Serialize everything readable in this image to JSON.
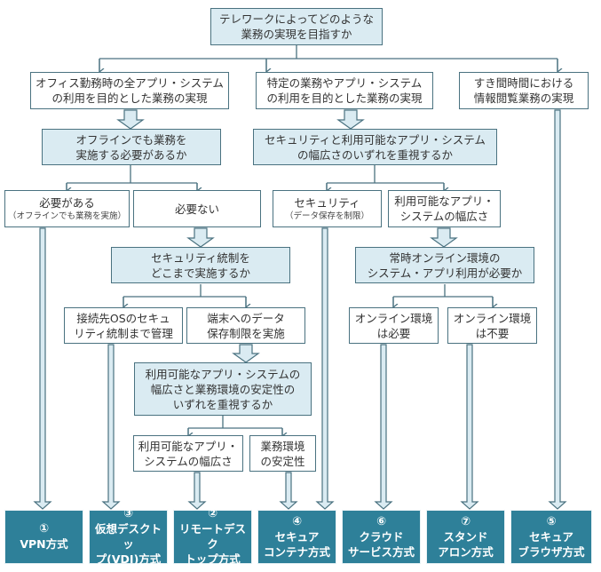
{
  "title": "テレワークによってどのような業務の実現を目指すか",
  "colors": {
    "line": "#4a7280",
    "question_fill": "#daebf2",
    "result_fill": "#2e8099",
    "arrow_fill": "#daebf2"
  },
  "nodes": {
    "root": {
      "line1": "テレワークによってどのような",
      "line2": "業務の実現を目指すか"
    },
    "goal_all": {
      "line1": "オフィス勤務時の全アプリ・システム",
      "line2": "の利用を目的とした業務の実現"
    },
    "goal_specific": {
      "line1": "特定の業務やアプリ・システム",
      "line2": "の利用を目的とした業務の実現"
    },
    "goal_browse": {
      "line1": "すき間時間における",
      "line2": "情報閲覧業務の実現"
    },
    "q_offline": {
      "line1": "オフラインでも業務を",
      "line2": "実施する必要があるか"
    },
    "q_priority": {
      "line1": "セキュリティと利用可能なアプリ・システム",
      "line2": "の幅広さのいずれを重視するか"
    },
    "a_offline_yes": {
      "line1": "必要がある",
      "line2": "（オフラインでも業務を実施）"
    },
    "a_offline_no": {
      "line1": "必要ない"
    },
    "a_security": {
      "line1": "セキュリティ",
      "line2": "（データ保存を制限）"
    },
    "a_breadth": {
      "line1": "利用可能なアプリ・",
      "line2": "システムの幅広さ"
    },
    "q_control": {
      "line1": "セキュリティ統制を",
      "line2": "どこまで実施するか"
    },
    "q_online": {
      "line1": "常時オンライン環境の",
      "line2": "システム・アプリ利用が必要か"
    },
    "a_os_control": {
      "line1": "接続先OSのセキュ",
      "line2": "リティ統制まで管理"
    },
    "a_data_restrict": {
      "line1": "端末へのデータ",
      "line2": "保存制限を実施"
    },
    "a_online_need": {
      "line1": "オンライン環境",
      "line2": "は必要"
    },
    "a_online_noneed": {
      "line1": "オンライン環境",
      "line2": "は不要"
    },
    "q_stability": {
      "line1": "利用可能なアプリ・システムの",
      "line2": "幅広さと業務環境の安定性の",
      "line3": "いずれを重視するか"
    },
    "a_breadth2": {
      "line1": "利用可能なアプリ・",
      "line2": "システムの幅広さ"
    },
    "a_stability": {
      "line1": "業務環境",
      "line2": "の安定性"
    }
  },
  "results": [
    {
      "num": "①",
      "line1": "VPN方式",
      "line2": ""
    },
    {
      "num": "③",
      "line1": "仮想デスクトッ",
      "line2": "プ(VDI)方式"
    },
    {
      "num": "②",
      "line1": "リモートデスク",
      "line2": "トップ方式"
    },
    {
      "num": "④",
      "line1": "セキュア",
      "line2": "コンテナ方式"
    },
    {
      "num": "⑥",
      "line1": "クラウド",
      "line2": "サービス方式"
    },
    {
      "num": "⑦",
      "line1": "スタンド",
      "line2": "アロン方式"
    },
    {
      "num": "⑤",
      "line1": "セキュア",
      "line2": "ブラウザ方式"
    }
  ]
}
